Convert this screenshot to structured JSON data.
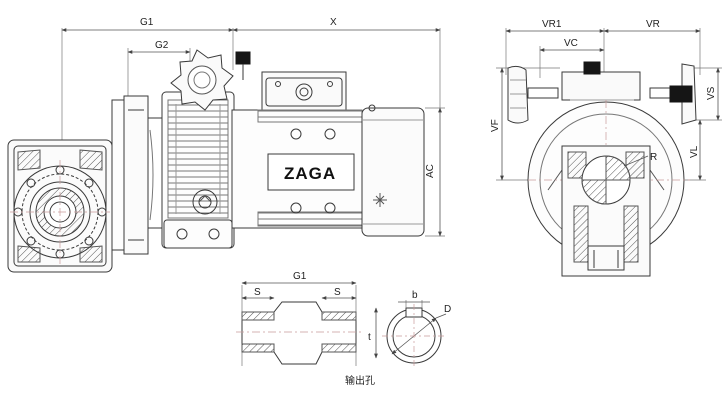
{
  "dimension_labels": {
    "g1_top": "G1",
    "g2": "G2",
    "x": "X",
    "ac": "AC",
    "vr1": "VR1",
    "vr": "VR",
    "vc": "VC",
    "vs": "VS",
    "vf": "VF",
    "vl": "VL",
    "r": "R",
    "g1_shaft": "G1",
    "s_left": "S",
    "s_right": "S",
    "b": "b",
    "d": "D",
    "t": "t"
  },
  "motor_brand": "ZAGA",
  "shaft_caption": "输出孔",
  "colors": {
    "line": "#3a3a3a",
    "dim_line": "#555555",
    "center_line": "#c89a9a",
    "hatch": "#555555",
    "handle_black": "#151515",
    "background": "#ffffff"
  }
}
